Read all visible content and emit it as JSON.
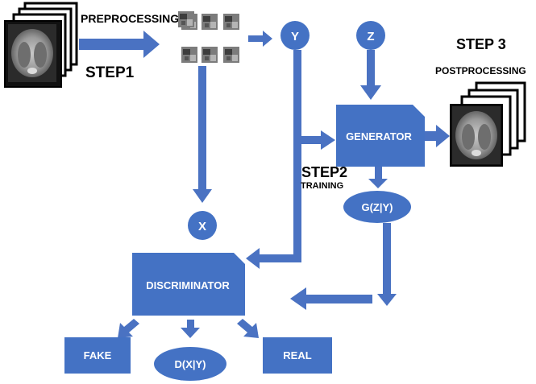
{
  "labels": {
    "preprocessing": "PREPROCESSING",
    "step1": "STEP1",
    "step2": "STEP2",
    "training": "TRAINING",
    "step3": "STEP 3",
    "postprocessing": "POSTPROCESSING"
  },
  "nodes": {
    "y": "Y",
    "z": "Z",
    "x": "X",
    "generator": "GENERATOR",
    "gzy": "G(Z|Y)",
    "discriminator": "DISCRIMINATOR",
    "fake": "FAKE",
    "dxy": "D(X|Y)",
    "real": "REAL"
  },
  "colors": {
    "node_fill": "#4472c4",
    "node_text": "#ffffff",
    "arrow": "#4a72c2",
    "label_text": "#000000",
    "scan_dark": "#2b2b2b",
    "scan_tissue": "#9a9a9a"
  },
  "icons": {
    "input_scans": "ct-scan-stack-icon",
    "patches": "image-patch-grid-icon",
    "output_scans": "ct-scan-stack-icon"
  }
}
